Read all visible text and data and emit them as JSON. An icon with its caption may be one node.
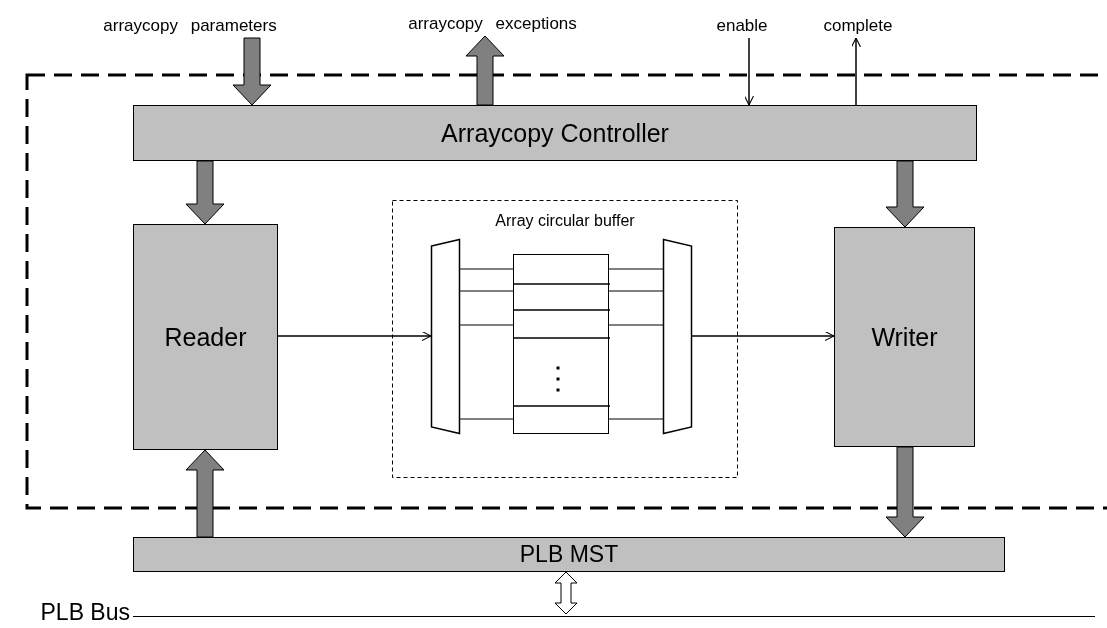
{
  "diagram": {
    "nodes": [
      {
        "text": [],
        "shape": "box"
      },
      {
        "text": [
          "arraycopy parameters"
        ]
      },
      {
        "text": [
          "arraycopy exceptions"
        ]
      },
      {
        "text": [
          "enable"
        ]
      },
      {
        "text": [
          "complete"
        ]
      },
      {
        "text": [
          "Arraycopy Controller"
        ],
        "in": 0
      },
      {
        "text": [
          "Array circular buffer"
        ],
        "in": 0
      },
      {
        "text": [
          "Reader"
        ],
        "in": 0
      },
      {
        "text": [
          "Writer"
        ],
        "in": 0
      },
      {
        "text": [
          "PLB MST"
        ]
      },
      {
        "text": [
          "PLB Bus"
        ]
      },
      {
        "text": [],
        "shape": "trapezoid",
        "in": 6
      },
      {
        "text": [],
        "shape": "box",
        "in": 6
      },
      {
        "text": [],
        "shape": "trapezoid",
        "in": 6
      }
    ],
    "edges": [
      {
        "from": 1,
        "to": 5,
        "arrow": "to",
        "style": "thick",
        "color": "#808080"
      },
      {
        "from": 5,
        "to": 2,
        "arrow": "to",
        "style": "thick",
        "color": "#808080"
      },
      {
        "from": 3,
        "to": 5,
        "arrow": "to"
      },
      {
        "from": 5,
        "to": 4,
        "arrow": "to"
      },
      {
        "from": 5,
        "to": 7,
        "arrow": "to",
        "style": "thick",
        "color": "#808080"
      },
      {
        "from": 5,
        "to": 8,
        "arrow": "to",
        "style": "thick",
        "color": "#808080"
      },
      {
        "from": 9,
        "to": 7,
        "arrow": "to",
        "style": "thick",
        "color": "#808080"
      },
      {
        "from": 8,
        "to": 9,
        "arrow": "to",
        "style": "thick",
        "color": "#808080"
      },
      {
        "from": 9,
        "to": 10,
        "arrow": "both",
        "style": "thick",
        "color": "#ffffff"
      },
      {
        "from": 7,
        "to": 11,
        "arrow": "to"
      },
      {
        "from": 13,
        "to": 8,
        "arrow": "to"
      },
      {
        "from": 11,
        "to": 12,
        "arrow": "none"
      },
      {
        "from": 11,
        "to": 12,
        "arrow": "none"
      },
      {
        "from": 11,
        "to": 12,
        "arrow": "none"
      },
      {
        "from": 11,
        "to": 12,
        "arrow": "none"
      },
      {
        "from": 12,
        "to": 13,
        "arrow": "none"
      },
      {
        "from": 12,
        "to": 13,
        "arrow": "none"
      },
      {
        "from": 12,
        "to": 13,
        "arrow": "none"
      },
      {
        "from": 12,
        "to": 13,
        "arrow": "none"
      }
    ]
  }
}
